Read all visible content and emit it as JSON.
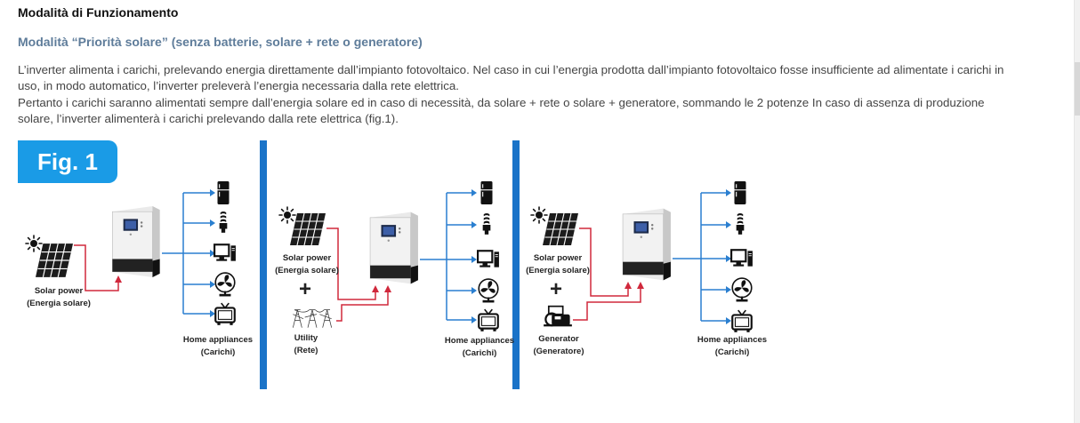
{
  "heading": "Modalità di Funzionamento",
  "subheading": "Modalità “Priorità solare” (senza batterie, solare + rete o generatore)",
  "paragraph_lines": [
    "L’inverter alimenta i carichi, prelevando energia direttamente dall’impianto fotovoltaico. Nel caso in cui l’energia prodotta dall’impianto fotovoltaico fosse insufficiente ad alimentate i carichi in",
    "uso, in modo automatico, l’inverter preleverà l’energia necessaria dalla rete elettrica.",
    "Pertanto i carichi saranno alimentati sempre dall’energia solare ed in caso di necessità, da solare + rete o solare + generatore, sommando le 2 potenze In caso di assenza di produzione",
    "solare, l’inverter alimenterà i carichi prelevando dalla rete elettrica (fig.1)."
  ],
  "figure": {
    "badge": "Fig. 1",
    "panels": [
      {
        "solar_label_1": "Solar power",
        "solar_label_2": "(Energia solare)",
        "loads_label_1": "Home appliances",
        "loads_label_2": "(Carichi)"
      },
      {
        "solar_label_1": "Solar power",
        "solar_label_2": "(Energia solare)",
        "plus": "+",
        "source_label_1": "Utility",
        "source_label_2": "(Rete)",
        "loads_label_1": "Home appliances",
        "loads_label_2": "(Carichi)"
      },
      {
        "solar_label_1": "Solar power",
        "solar_label_2": "(Energia solare)",
        "plus": "+",
        "source_label_1": "Generator",
        "source_label_2": "(Generatore)",
        "loads_label_1": "Home appliances",
        "loads_label_2": "(Carichi)"
      }
    ]
  },
  "colors": {
    "accent": "#1a9be6",
    "divider": "#1a73c8",
    "input_wire": "#d0283c",
    "output_wire": "#2a7fd0",
    "subheading": "#5e7c9a"
  }
}
